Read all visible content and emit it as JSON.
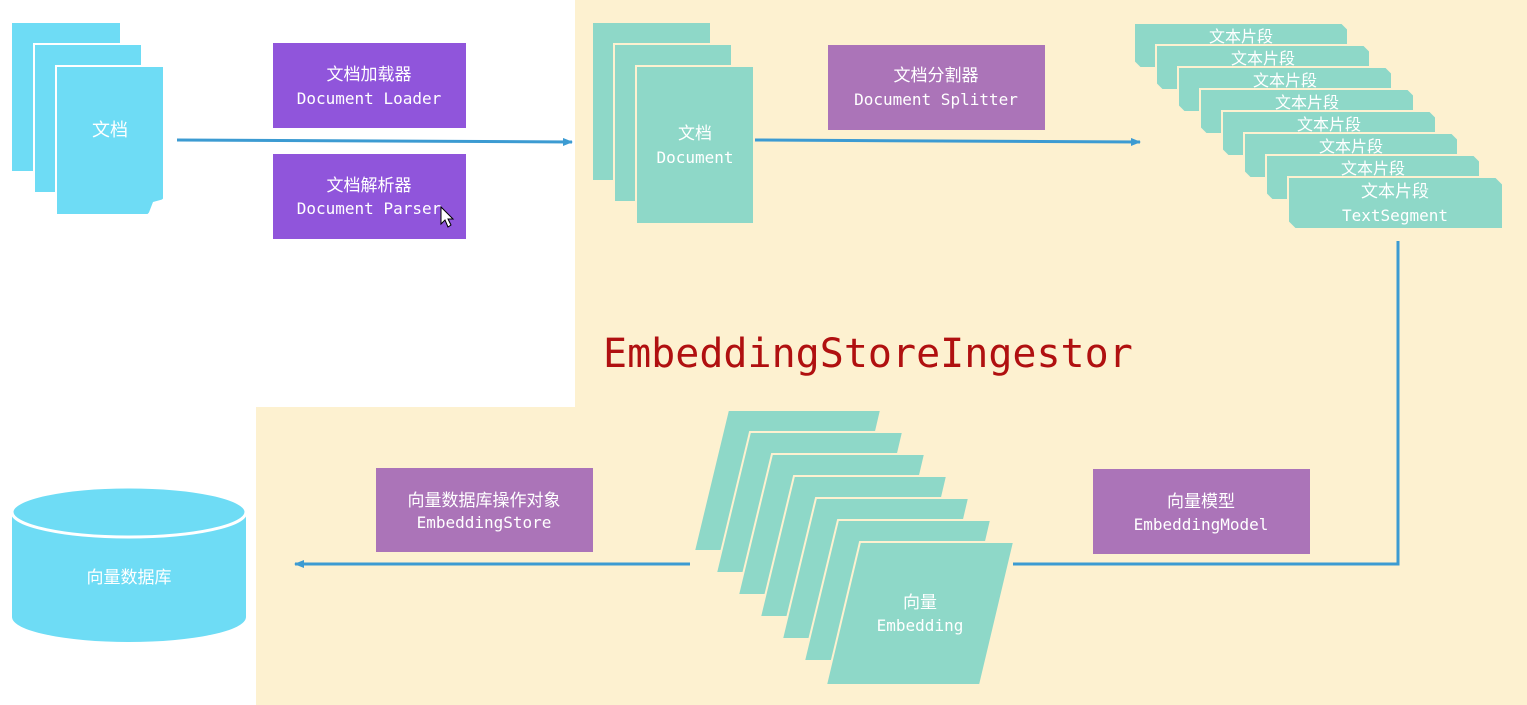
{
  "ingestor_title": "EmbeddingStoreIngestor",
  "source_doc": {
    "label": "文档"
  },
  "loader": {
    "cn": "文档加载器",
    "en": "Document Loader"
  },
  "parser": {
    "cn": "文档解析器",
    "en": "Document Parser"
  },
  "document": {
    "cn": "文档",
    "en": "Document"
  },
  "splitter": {
    "cn": "文档分割器",
    "en": "Document Splitter"
  },
  "segments": {
    "cn": "文本片段",
    "en": "TextSegment",
    "stack_labels": [
      "文本片段",
      "文本片段",
      "文本片段",
      "文本片段",
      "文本片段",
      "文本片段",
      "文本片段"
    ]
  },
  "model": {
    "cn": "向量模型",
    "en": "EmbeddingModel"
  },
  "embedding": {
    "cn": "向量",
    "en": "Embedding"
  },
  "store": {
    "cn": "向量数据库操作对象",
    "en": "EmbeddingStore"
  },
  "database": {
    "label": "向量数据库"
  },
  "colors": {
    "region_bg": "#fdf1d0",
    "doc_blue": "#6edcf5",
    "teal": "#8ed8c8",
    "purple_dark": "#9055db",
    "purple_light": "#ab74b8",
    "arrow": "#3c9bd2",
    "title_red": "#b01010"
  }
}
